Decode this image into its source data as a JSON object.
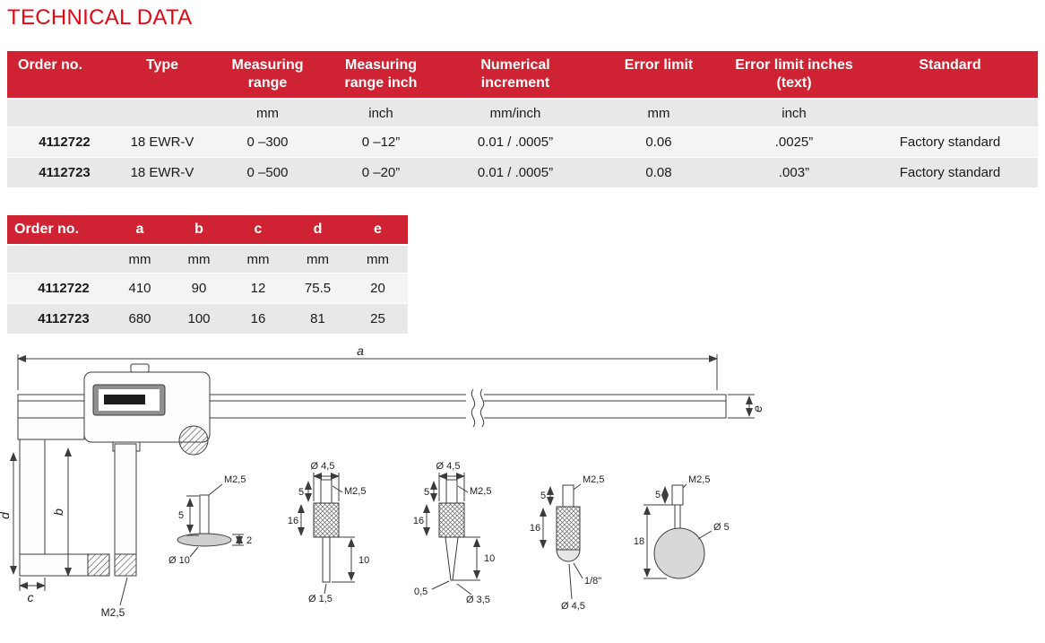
{
  "title": "TECHNICAL DATA",
  "colors": {
    "accent_red": "#cf2333",
    "title_red": "#e30613",
    "unit_row": "#e8e8e8",
    "row_light": "#f4f4f4",
    "row_dark": "#e8e8e8"
  },
  "table1": {
    "headers": [
      "Order no.",
      "Type",
      "Measuring range",
      "Measuring range inch",
      "Numerical increment",
      "Error limit",
      "Error limit inches (text)",
      "Standard"
    ],
    "units": [
      "",
      "",
      "mm",
      "inch",
      "mm/inch",
      "mm",
      "inch",
      ""
    ],
    "rows": [
      [
        "4112722",
        "18 EWR-V",
        "0 –300",
        "0 –12”",
        "0.01 / .0005”",
        "0.06",
        ".0025”",
        "Factory standard"
      ],
      [
        "4112723",
        "18 EWR-V",
        "0 –500",
        "0 –20”",
        "0.01 / .0005”",
        "0.08",
        ".003”",
        "Factory standard"
      ]
    ]
  },
  "table2": {
    "headers": [
      "Order no.",
      "a",
      "b",
      "c",
      "d",
      "e"
    ],
    "units": [
      "",
      "mm",
      "mm",
      "mm",
      "mm",
      "mm"
    ],
    "rows": [
      [
        "4112722",
        "410",
        "90",
        "12",
        "75.5",
        "20"
      ],
      [
        "4112723",
        "680",
        "100",
        "16",
        "81",
        "25"
      ]
    ]
  },
  "drawing": {
    "labels": {
      "a": "a",
      "b": "b",
      "c": "c",
      "d": "d",
      "e": "e",
      "m25": "M2,5",
      "acc1": {
        "m25": "M2,5",
        "len5": "5",
        "thick2": "2",
        "dia10": "Ø 10"
      },
      "acc2": {
        "dia45": "Ø 4,5",
        "m25": "M2,5",
        "len5": "5",
        "len16": "16",
        "len10": "10",
        "dia15": "Ø 1,5"
      },
      "acc3": {
        "dia45": "Ø 4,5",
        "m25": "M2,5",
        "len5": "5",
        "len16": "16",
        "len10": "10",
        "tip05": "0,5",
        "dia35": "Ø 3,5"
      },
      "acc4": {
        "m25": "M2,5",
        "len5": "5",
        "len16": "16",
        "rad18": "1/8\"",
        "dia45": "Ø 4,5"
      },
      "acc5": {
        "m25": "M2,5",
        "len5": "5",
        "len18": "18",
        "dia5": "Ø 5"
      }
    }
  }
}
